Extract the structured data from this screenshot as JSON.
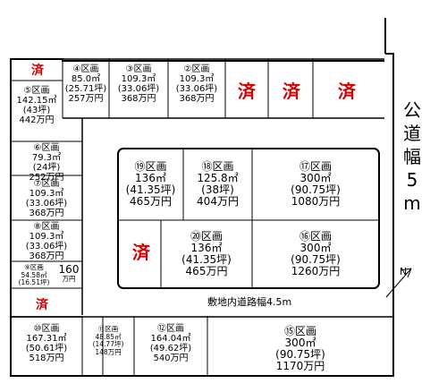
{
  "sold_mark": "済",
  "public_road": {
    "chars": [
      "公",
      "道",
      "幅",
      "5",
      "m"
    ]
  },
  "inner_road": "敷地内道路幅4.5m",
  "north_label": "N",
  "lots": {
    "l4": {
      "no": "④区画",
      "area": "85.0㎡",
      "tsubo": "(25.71坪)",
      "price": "257万円"
    },
    "l3": {
      "no": "③区画",
      "area": "109.3㎡",
      "tsubo": "(33.06坪)",
      "price": "368万円"
    },
    "l2": {
      "no": "②区画",
      "area": "109.3㎡",
      "tsubo": "(33.06坪)",
      "price": "368万円"
    },
    "l5": {
      "no": "⑤区画",
      "area": "142.15㎡",
      "tsubo": "(43坪)",
      "price": "442万円"
    },
    "l6": {
      "no": "⑥区画",
      "area": "79.3㎡",
      "tsubo": "(24坪)",
      "price": "252万円"
    },
    "l7": {
      "no": "⑦区画",
      "area": "109.3㎡",
      "tsubo": "(33.06坪)",
      "price": "368万円"
    },
    "l8": {
      "no": "⑧区画",
      "area": "109.3㎡",
      "tsubo": "(33.06坪)",
      "price": "368万円"
    },
    "l9": {
      "no": "⑨区画",
      "area": "54.58㎡",
      "tsubo": "(16.51坪)",
      "price_num": "160",
      "price_unit": "万円"
    },
    "l19": {
      "no": "⑲区画",
      "area": "136㎡",
      "tsubo": "(41.35坪)",
      "price": "465万円"
    },
    "l18": {
      "no": "⑱区画",
      "area": "125.8㎡",
      "tsubo": "(38坪)",
      "price": "404万円"
    },
    "l17": {
      "no": "⑰区画",
      "area": "300㎡",
      "tsubo": "(90.75坪)",
      "price": "1080万円"
    },
    "l20": {
      "no": "⑳区画",
      "area": "136㎡",
      "tsubo": "(41.35坪)",
      "price": "465万円"
    },
    "l16": {
      "no": "⑯区画",
      "area": "300㎡",
      "tsubo": "(90.75坪)",
      "price": "1260万円"
    },
    "l10": {
      "no": "⑩区画",
      "area": "167.31㎡",
      "tsubo": "(50.61坪)",
      "price": "518万円"
    },
    "l11": {
      "no": "⑪区画",
      "area": "48.85㎡",
      "tsubo": "(14.77坪)",
      "price": "148万円"
    },
    "l12": {
      "no": "⑫区画",
      "area": "164.04㎡",
      "tsubo": "(49.62坪)",
      "price": "540万円"
    },
    "l15": {
      "no": "⑮区画",
      "area": "300㎡",
      "tsubo": "(90.75坪)",
      "price": "1170万円"
    }
  }
}
